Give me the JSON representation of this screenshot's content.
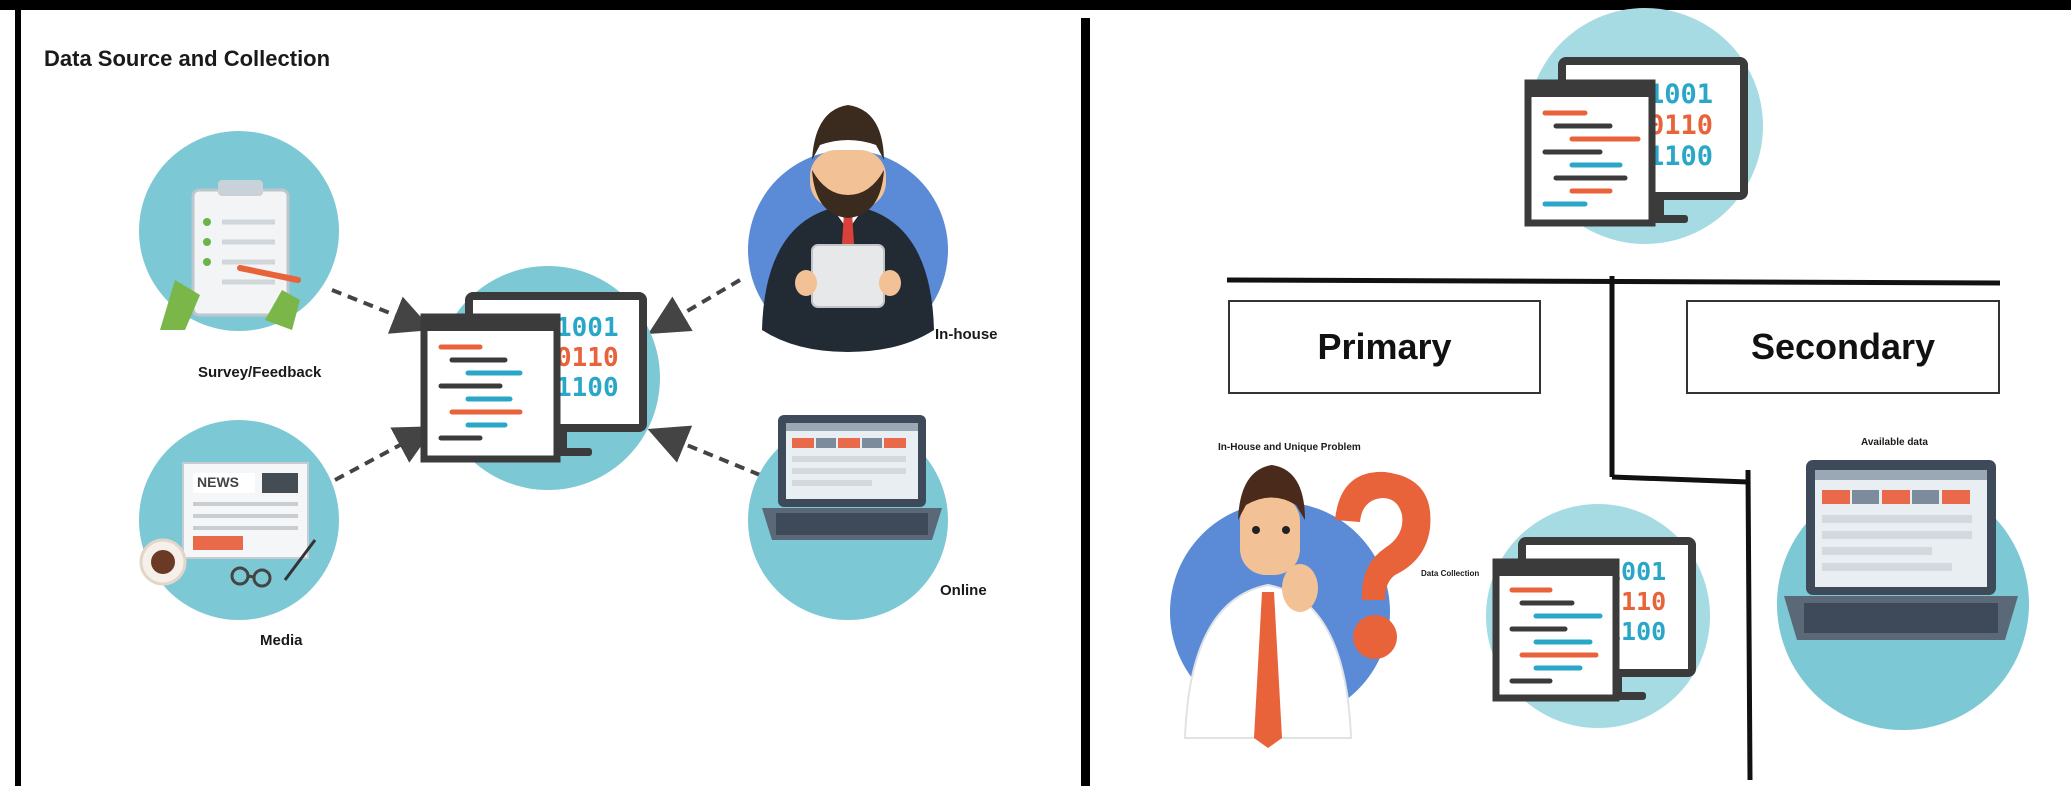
{
  "left_panel": {
    "title": "Data Source and Collection",
    "sources": {
      "survey": "Survey/Feedback",
      "inhouse": "In-house",
      "media": "Media",
      "online": "Online"
    },
    "media_newspaper_text": "NEWS"
  },
  "right_panel": {
    "primary_label": "Primary",
    "secondary_label": "Secondary",
    "primary_caption": "In-House and Unique Problem",
    "data_collection_caption": "Data Collection",
    "secondary_caption": "Available data"
  },
  "colors": {
    "circle_teal": "#7cc8d4",
    "circle_light": "#a6dbe3",
    "circle_blue": "#5b8bd6",
    "monitor_dark": "#3b3b3b",
    "accent_orange": "#e8623a",
    "accent_blue": "#2aa7c8"
  },
  "icons": [
    "clipboard-icon",
    "businessman-icon",
    "newspaper-icon",
    "laptop-icon",
    "database-monitor-icon",
    "thinking-man-icon",
    "question-mark-icon"
  ]
}
